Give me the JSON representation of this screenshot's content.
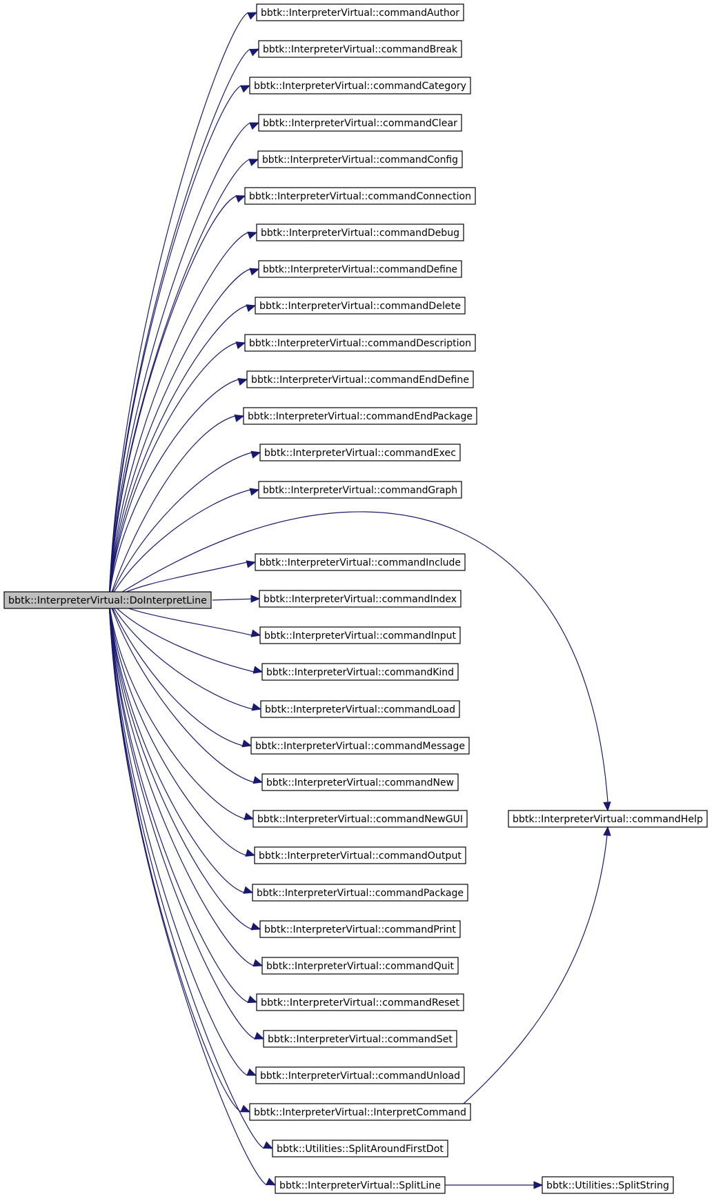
{
  "graph": {
    "root": "bbtk::InterpreterVirtual::DoInterpretLine",
    "callees": [
      "bbtk::InterpreterVirtual::commandAuthor",
      "bbtk::InterpreterVirtual::commandBreak",
      "bbtk::InterpreterVirtual::commandCategory",
      "bbtk::InterpreterVirtual::commandClear",
      "bbtk::InterpreterVirtual::commandConfig",
      "bbtk::InterpreterVirtual::commandConnection",
      "bbtk::InterpreterVirtual::commandDebug",
      "bbtk::InterpreterVirtual::commandDefine",
      "bbtk::InterpreterVirtual::commandDelete",
      "bbtk::InterpreterVirtual::commandDescription",
      "bbtk::InterpreterVirtual::commandEndDefine",
      "bbtk::InterpreterVirtual::commandEndPackage",
      "bbtk::InterpreterVirtual::commandExec",
      "bbtk::InterpreterVirtual::commandGraph",
      "bbtk::InterpreterVirtual::commandInclude",
      "bbtk::InterpreterVirtual::commandIndex",
      "bbtk::InterpreterVirtual::commandInput",
      "bbtk::InterpreterVirtual::commandKind",
      "bbtk::InterpreterVirtual::commandLoad",
      "bbtk::InterpreterVirtual::commandMessage",
      "bbtk::InterpreterVirtual::commandNew",
      "bbtk::InterpreterVirtual::commandNewGUI",
      "bbtk::InterpreterVirtual::commandOutput",
      "bbtk::InterpreterVirtual::commandPackage",
      "bbtk::InterpreterVirtual::commandPrint",
      "bbtk::InterpreterVirtual::commandQuit",
      "bbtk::InterpreterVirtual::commandReset",
      "bbtk::InterpreterVirtual::commandSet",
      "bbtk::InterpreterVirtual::commandUnload",
      "bbtk::InterpreterVirtual::InterpretCommand",
      "bbtk::Utilities::SplitAroundFirstDot",
      "bbtk::InterpreterVirtual::SplitLine",
      "bbtk::InterpreterVirtual::commandHelp",
      "bbtk::Utilities::SplitString"
    ],
    "edges": [
      [
        "bbtk::InterpreterVirtual::DoInterpretLine",
        "bbtk::InterpreterVirtual::commandHelp"
      ],
      [
        "bbtk::InterpreterVirtual::InterpretCommand",
        "bbtk::InterpreterVirtual::commandHelp"
      ],
      [
        "bbtk::InterpreterVirtual::SplitLine",
        "bbtk::Utilities::SplitString"
      ]
    ],
    "colors": {
      "edge": "#191970",
      "root_fill": "#bfbfbf",
      "node_fill": "#ffffff",
      "node_border": "#000000"
    }
  }
}
